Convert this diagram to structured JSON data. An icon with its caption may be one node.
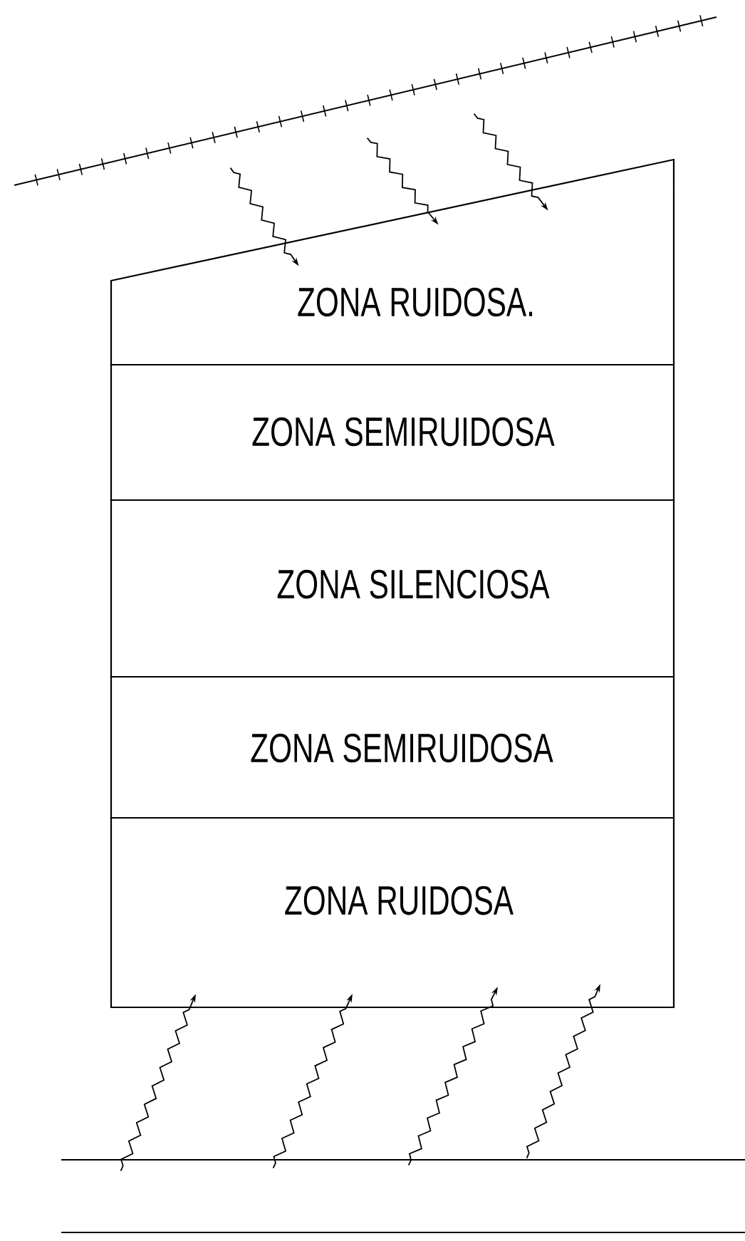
{
  "diagram": {
    "nodes": [
      {
        "text": [
          "ZONA RUIDOSA."
        ]
      },
      {
        "text": [
          "ZONA SEMIRUIDOSA"
        ]
      },
      {
        "text": [
          "ZONA SILENCIOSA"
        ]
      },
      {
        "text": [
          "ZONA SEMIRUIDOSA"
        ]
      },
      {
        "text": [
          "ZONA RUIDOSA"
        ]
      },
      {
        "text": [],
        "shape": "line"
      },
      {
        "text": [],
        "shape": "line"
      }
    ],
    "edges": [
      {
        "from": 5,
        "to": 0,
        "arrow": "to"
      },
      {
        "from": 5,
        "to": 0,
        "arrow": "to"
      },
      {
        "from": 5,
        "to": 0,
        "arrow": "to"
      },
      {
        "from": 6,
        "to": 4,
        "arrow": "to"
      },
      {
        "from": 6,
        "to": 4,
        "arrow": "to"
      },
      {
        "from": 6,
        "to": 4,
        "arrow": "to"
      },
      {
        "from": 6,
        "to": 4,
        "arrow": "to"
      }
    ]
  }
}
